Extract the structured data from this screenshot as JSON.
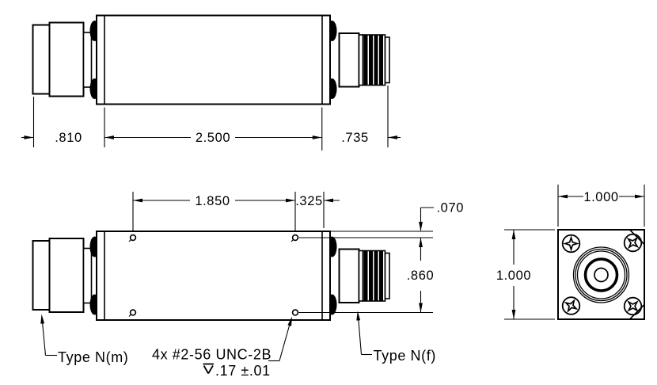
{
  "drawing": {
    "background_color": "#ffffff",
    "line_color": "#000000",
    "dimensions": {
      "male_connector_length": ".810",
      "body_length": "2.500",
      "female_connector_length": ".735",
      "hole_spacing_horizontal": "1.850",
      "hole_to_body_edge": ".325",
      "hole_to_top_edge": ".070",
      "hole_spacing_vertical": ".860",
      "flange_width": "1.000",
      "flange_height": "1.000"
    },
    "labels": {
      "male_connector": "Type N(m)",
      "female_connector": "Type N(f)",
      "screw_note": "4x #2-56 UNC-2B",
      "screw_depth": ".17 ±.01"
    }
  }
}
